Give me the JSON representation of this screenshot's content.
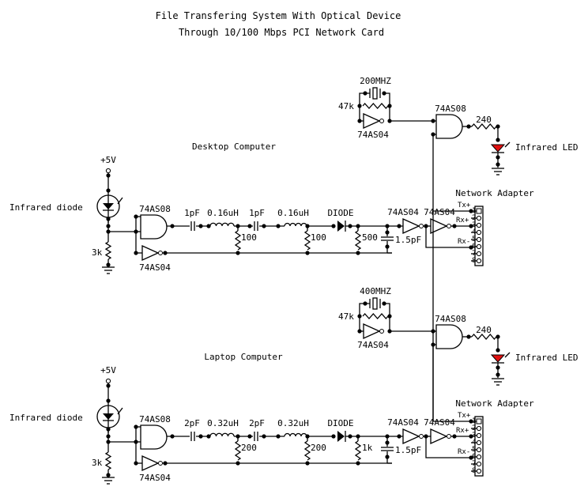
{
  "title": {
    "line1": "File Transfering System With Optical Device",
    "line2": "Through 10/100 Mbps PCI Network Card"
  },
  "colors": {
    "led": "#e01010",
    "wire": "#000000",
    "background": "#ffffff"
  },
  "circuits": [
    {
      "name": "Desktop Computer",
      "oscillator": {
        "freq": "200MHZ",
        "resistor": "47k",
        "inverter": "74AS04"
      },
      "tx": {
        "and_gate": "74AS08",
        "resistor": "240",
        "led_label": "Infrared LED"
      },
      "rx": {
        "supply": "+5V",
        "diode_label": "Infrared diode",
        "pulldown": "3k",
        "and_gate": "74AS08",
        "inverter": "74AS04",
        "cap1": "1pF",
        "ind1": "0.16uH",
        "res1": "100",
        "cap2": "1pF",
        "ind2": "0.16uH",
        "res2": "100",
        "diode": "DIODE",
        "load_res": "500",
        "load_cap": "1.5pF",
        "buf1": "74AS04",
        "buf2": "74AS04"
      },
      "adapter": {
        "label": "Network Adapter",
        "pins": [
          "1",
          "2",
          "3",
          "4",
          "5",
          "6",
          "7",
          "8"
        ],
        "tx_plus": "Tx+",
        "rx_plus": "Rx+",
        "rx_minus": "Rx-"
      }
    },
    {
      "name": "Laptop Computer",
      "oscillator": {
        "freq": "400MHZ",
        "resistor": "47k",
        "inverter": "74AS04"
      },
      "tx": {
        "and_gate": "74AS08",
        "resistor": "240",
        "led_label": "Infrared LED"
      },
      "rx": {
        "supply": "+5V",
        "diode_label": "Infrared diode",
        "pulldown": "3k",
        "and_gate": "74AS08",
        "inverter": "74AS04",
        "cap1": "2pF",
        "ind1": "0.32uH",
        "res1": "200",
        "cap2": "2pF",
        "ind2": "0.32uH",
        "res2": "200",
        "diode": "DIODE",
        "load_res": "1k",
        "load_cap": "1.5pF",
        "buf1": "74AS04",
        "buf2": "74AS04"
      },
      "adapter": {
        "label": "Network Adapter",
        "pins": [
          "1",
          "2",
          "3",
          "4",
          "5",
          "6",
          "7",
          "8"
        ],
        "tx_plus": "Tx+",
        "rx_plus": "Rx+",
        "rx_minus": "Rx-"
      }
    }
  ]
}
